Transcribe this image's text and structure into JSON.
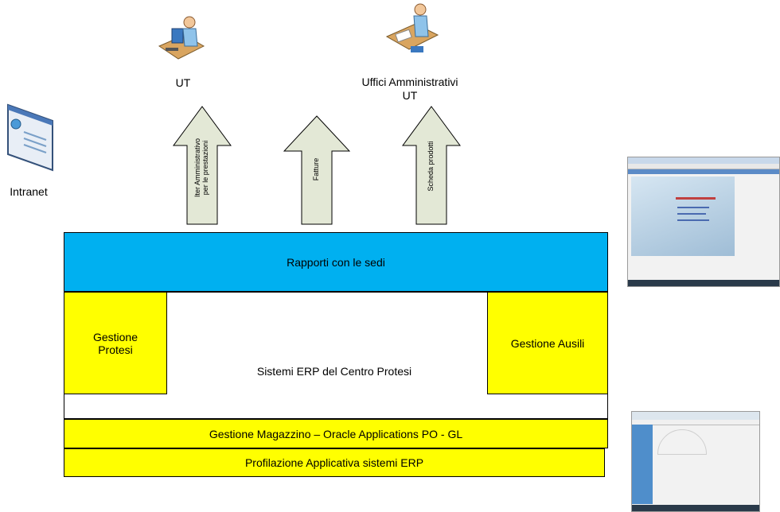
{
  "top_labels": {
    "ut": "UT",
    "uffici_line1": "Uffici Amministrativi",
    "uffici_line2": "UT"
  },
  "intranet_label": "Intranet",
  "arrows": {
    "iter": "Iter Amministrativo\nper le prestazioni",
    "fatture": "Fatture",
    "scheda": "Scheda prodotti"
  },
  "blocks": {
    "rapporti": "Rapporti con le sedi",
    "gestione_protesi": "Gestione\nProtesi",
    "gestione_ausili": "Gestione Ausili",
    "sistemi_erp": "Sistemi ERP del Centro Protesi",
    "magazzino": "Gestione Magazzino – Oracle Applications PO - GL",
    "profilazione": "Profilazione Applicativa sistemi ERP"
  },
  "colors": {
    "yellow": "#ffff00",
    "blue": "#00b0f0",
    "arrow_fill": "#e3e8d6"
  }
}
